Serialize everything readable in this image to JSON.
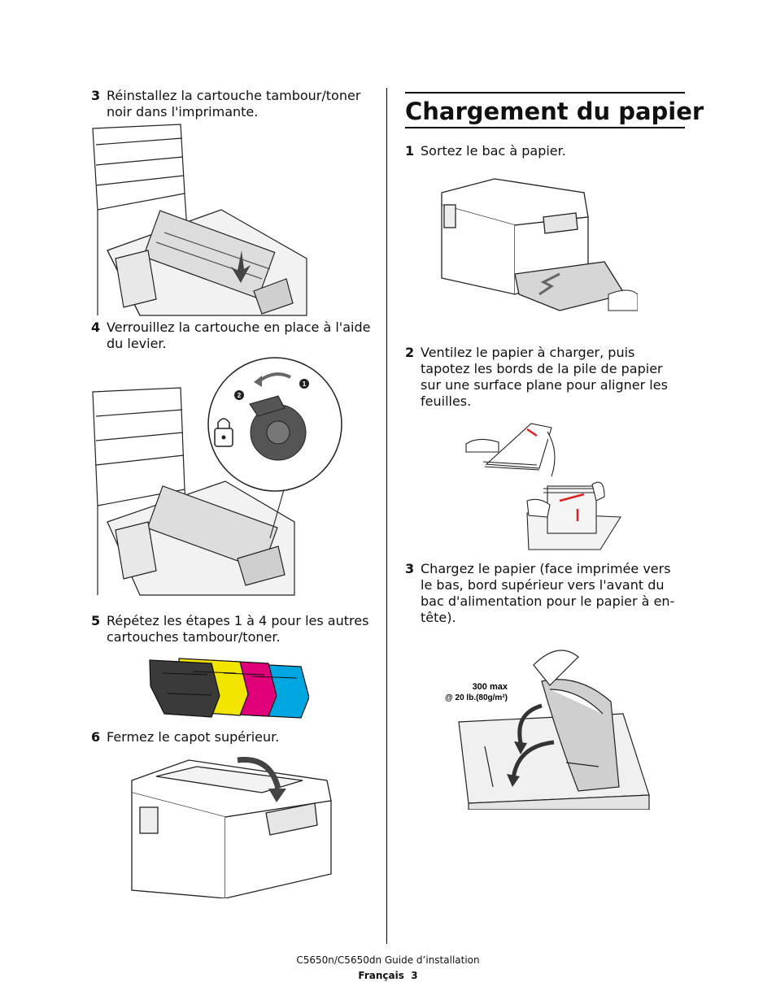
{
  "left_column": {
    "steps": [
      {
        "num": "3",
        "text": "Réinstallez la cartouche tambour/toner noir dans l'imprimante."
      },
      {
        "num": "4",
        "text": "Verrouillez la cartouche en place à l'aide du levier."
      },
      {
        "num": "5",
        "text": "Répétez les étapes 1 à 4 pour les autres cartouches tambour/toner."
      },
      {
        "num": "6",
        "text": "Fermez le capot supérieur."
      }
    ],
    "lever_markers": {
      "one": "1",
      "two": "2"
    }
  },
  "right_column": {
    "heading": "Chargement du papier",
    "steps": [
      {
        "num": "1",
        "text": "Sortez le bac à papier."
      },
      {
        "num": "2",
        "text": "Ventilez le papier à charger, puis tapotez les bords de la pile de papier sur une surface plane pour aligner les feuilles."
      },
      {
        "num": "3",
        "text": "Chargez le papier (face imprimée vers le bas, bord supérieur vers l'avant du bac d'alimentation pour le papier à en-tête)."
      }
    ],
    "tray_label_line1": "300 max",
    "tray_label_line2": "@ 20 lb.(80g/m²)"
  },
  "footer": {
    "guide": "C5650n/C5650dn Guide d’installation",
    "lang": "Français",
    "page": "3"
  },
  "colors": {
    "cartridge_black": "#3a3a3a",
    "cartridge_yellow": "#f2e600",
    "cartridge_magenta": "#e0007a",
    "cartridge_cyan": "#00a6e0",
    "arrow_red": "#e02020"
  }
}
